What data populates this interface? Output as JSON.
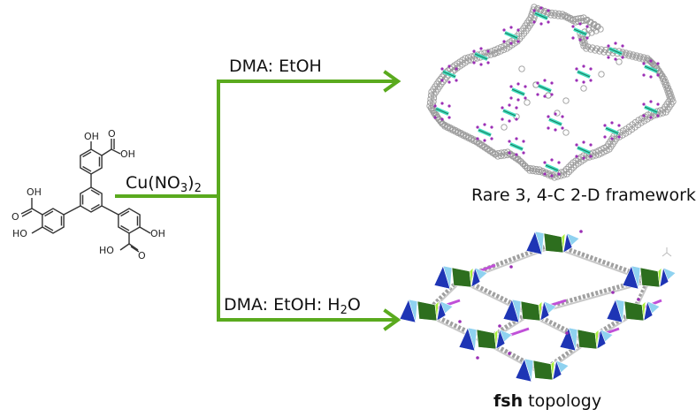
{
  "reactant": {
    "name": "tri-carboxy-hydroxyphenyl benzene ligand",
    "atom_labels": {
      "top_oh": "OH",
      "top_cooh_o": "O",
      "top_cooh_oh": "OH",
      "left_cooh_oh": "OH",
      "left_cooh_o": "O",
      "left_oh": "HO",
      "right_oh": "OH",
      "right_cooh_ho": "HO",
      "right_cooh_o": "O"
    }
  },
  "reagent": {
    "prefix": "Cu(NO",
    "sub1": "3",
    "mid": ")",
    "sub2": "2"
  },
  "branches": [
    {
      "condition": "DMA: EtOH",
      "product_caption": "Rare 3, 4-C 2-D framework"
    },
    {
      "condition_prefix": "DMA: EtOH: H",
      "condition_sub": "2",
      "condition_suffix": "O",
      "product_caption_bold": "fsh",
      "product_caption_rest": " topology"
    }
  ],
  "colors": {
    "arrow": "#5aaa1e",
    "bond": "#333333",
    "framework_atom": "#9a9a9a",
    "framework_oxygen": "#9b2fb5",
    "framework_cu": "#3fe0c0",
    "polyhedron_dark_blue": "#1e35b5",
    "polyhedron_light_blue": "#8fd2f0",
    "polyhedron_dark_green": "#2d6e1e",
    "polyhedron_lime": "#a8f03a",
    "pi_link": "#c050d8"
  }
}
